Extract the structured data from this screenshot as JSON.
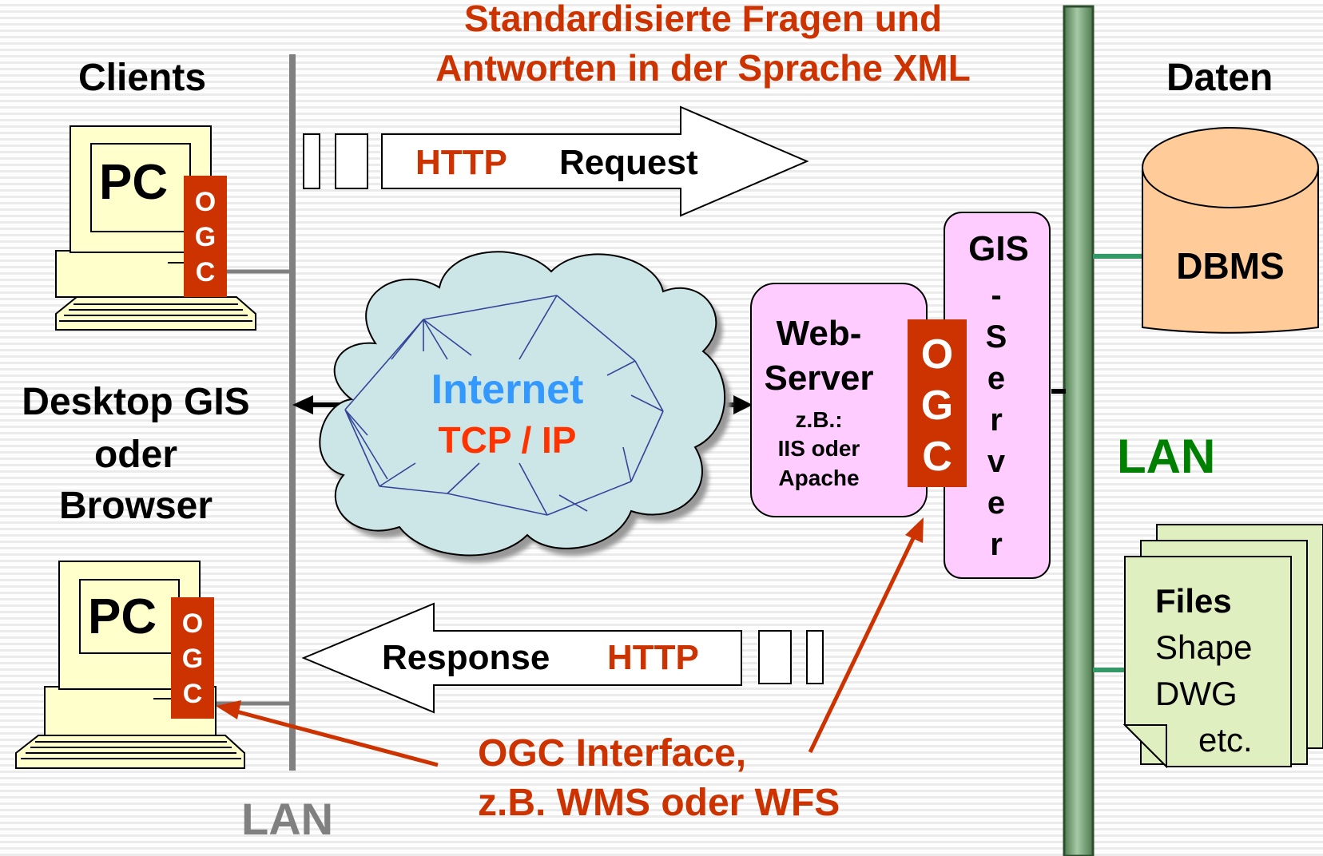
{
  "title": {
    "line1": "Standardisierte Fragen und",
    "line2": "Antworten in der Sprache XML"
  },
  "clients": {
    "heading": "Clients",
    "pc_label": "PC",
    "ogc_letters": [
      "O",
      "G",
      "C"
    ],
    "desc_line1": "Desktop GIS",
    "desc_line2": "oder",
    "desc_line3": "Browser"
  },
  "lan_left": "LAN",
  "request": {
    "protocol": "HTTP",
    "label": "Request"
  },
  "response": {
    "label": "Response",
    "protocol": "HTTP"
  },
  "internet": {
    "label": "Internet",
    "protocol": "TCP / IP"
  },
  "webserver": {
    "line1": "Web-",
    "line2": "Server",
    "note1": "z.B.:",
    "note2": "IIS oder",
    "note3": "Apache",
    "ogc_letters": [
      "O",
      "G",
      "C"
    ]
  },
  "gis_server": {
    "line1": "GIS",
    "letters": [
      "-",
      "S",
      "e",
      "r",
      "v",
      "e",
      "r"
    ]
  },
  "data": {
    "heading": "Daten",
    "dbms": "DBMS",
    "lan_right": "LAN",
    "files_title": "Files",
    "files_line1": "Shape",
    "files_line2": "DWG",
    "files_line3": "etc."
  },
  "ogc_interface": {
    "line1": "OGC Interface,",
    "line2": "z.B. WMS oder WFS"
  },
  "colors": {
    "accent_red": "#cc3300",
    "ogc_block": "#cc3300",
    "internet_blue": "#3399ff",
    "lan_green": "#008000",
    "gis_pink": "#ffccff",
    "dbms_orange": "#ffcc99",
    "files_green": "#e0efc0",
    "pc_yellow": "#ffffcc",
    "cloud_fill": "#cce6e8",
    "lan_bus": "#669966"
  }
}
